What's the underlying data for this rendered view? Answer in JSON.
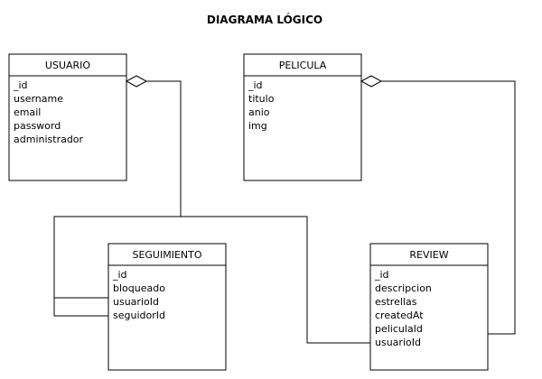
{
  "diagram": {
    "title": "DIAGRAMA LÓGICO",
    "entities": {
      "usuario": {
        "name": "USUARIO",
        "attributes": [
          "_id",
          "username",
          "email",
          "password",
          "administrador"
        ]
      },
      "pelicula": {
        "name": "PELICULA",
        "attributes": [
          "_id",
          "titulo",
          "anio",
          "img"
        ]
      },
      "seguimiento": {
        "name": "SEGUIMIENTO",
        "attributes": [
          "_id",
          "bloqueado",
          "usuarioId",
          "seguidorId"
        ]
      },
      "review": {
        "name": "REVIEW",
        "attributes": [
          "_id",
          "descripcion",
          "estrellas",
          "createdAt",
          "peliculaId",
          "usuarioId"
        ]
      }
    },
    "relations": [
      {
        "from": "usuario",
        "to": "seguimiento",
        "via": "usuarioId",
        "type": "aggregation"
      },
      {
        "from": "usuario",
        "to": "seguimiento",
        "via": "seguidorId",
        "type": "aggregation"
      },
      {
        "from": "usuario",
        "to": "review",
        "via": "usuarioId",
        "type": "aggregation"
      },
      {
        "from": "pelicula",
        "to": "review",
        "via": "peliculaId",
        "type": "aggregation"
      }
    ]
  }
}
